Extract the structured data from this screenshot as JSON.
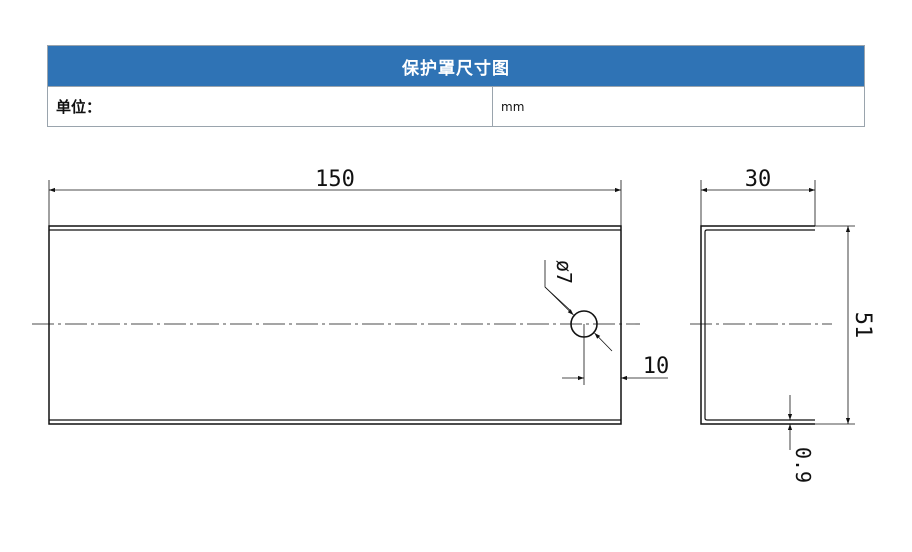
{
  "table": {
    "title": "保护罩尺寸图",
    "unit_label": "单位：",
    "unit_value": "mm"
  },
  "front_view": {
    "length": "150",
    "hole": "ø7",
    "hole_offset": "10"
  },
  "side_view": {
    "width": "30",
    "height": "51",
    "thickness": "0.9"
  }
}
